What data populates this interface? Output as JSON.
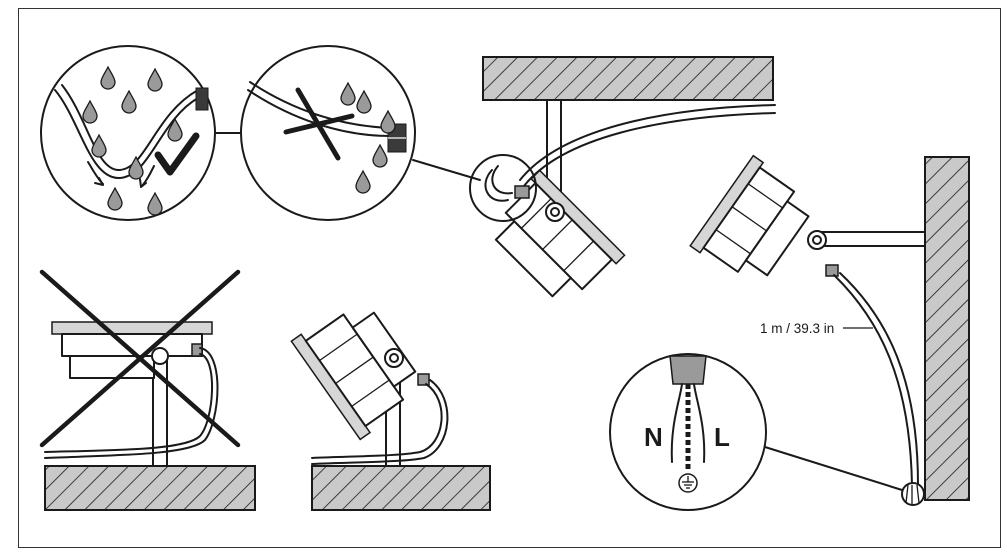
{
  "diagram": {
    "cable_length_label": "1 m / 39.3 in",
    "neutral_label": "N",
    "live_label": "L",
    "ground_symbol": "ground-icon",
    "check_mark_symbol": "check-mark-icon",
    "cross_symbol": "cross-icon",
    "water_drop_symbol": "water-drop-icon"
  }
}
